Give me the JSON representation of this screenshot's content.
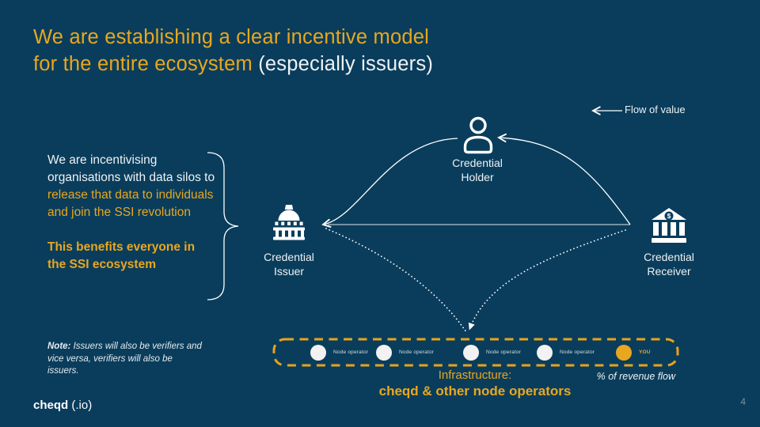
{
  "colors": {
    "bg": "#0a3d5c",
    "accent": "#e9a71f",
    "text": "#eef2f3",
    "muted": "#7d8f9b"
  },
  "title": {
    "line1": "We are establishing a clear incentive model",
    "line2_accent": "for the entire ecosystem",
    "line2_rest": " (especially issuers)"
  },
  "legend": {
    "label": "Flow of value"
  },
  "callout": {
    "p1_white": "We are incentivising organisations with data silos to ",
    "p1_accent": "release that data to individuals and join the SSI revolution",
    "p2": "This benefits everyone in the SSI ecosystem"
  },
  "note": {
    "label": "Note:",
    "text": " Issuers will also be verifiers and vice versa, verifiers will also be issuers."
  },
  "nodes": {
    "holder": [
      "Credential",
      "Holder"
    ],
    "issuer": [
      "Credential",
      "Issuer"
    ],
    "receiver": [
      "Credential",
      "Receiver"
    ],
    "receiver_symbol": "$"
  },
  "infrastructure": {
    "operators": [
      {
        "label": "Node operator"
      },
      {
        "label": "Node operator"
      },
      {
        "label": "Node operator"
      },
      {
        "label": "Node operator"
      },
      {
        "label": "YOU"
      }
    ],
    "caption_line1": "Infrastructure:",
    "caption_line2": "cheqd & other node operators",
    "revenue_label": "% of revenue flow"
  },
  "footer": {
    "logo_bold": "cheqd",
    "logo_rest": " (.io)",
    "page_number": "4"
  }
}
